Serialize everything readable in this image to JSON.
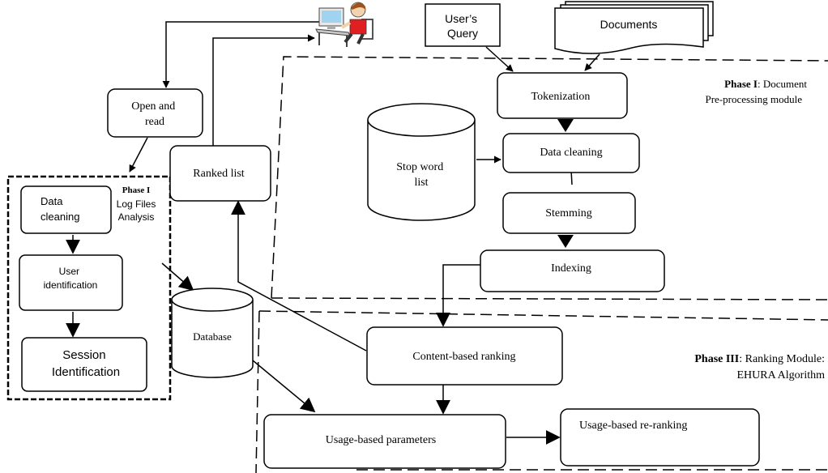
{
  "colors": {
    "line": "#000000",
    "background": "#ffffff",
    "user_shirt": "#e02020",
    "user_hair": "#a0521c",
    "monitor": "#9fd3f0"
  },
  "icons": {
    "user": "person-at-computer-icon"
  },
  "external": {
    "users_query": {
      "line1": "User’s",
      "line2": "Query"
    },
    "documents": "Documents",
    "open_and_read": {
      "line1": "Open and",
      "line2": "read"
    },
    "ranked_list": "Ranked list"
  },
  "phase1": {
    "label_bold": "Phase I",
    "label_rest": ": Document",
    "label_line2": "Pre-processing module",
    "tokenization": "Tokenization",
    "data_cleaning": "Data cleaning",
    "stop_word_list": {
      "line1": "Stop word",
      "line2": "list"
    },
    "stemming": "Stemming",
    "indexing": "Indexing"
  },
  "phase2": {
    "label_bold": "Phase I",
    "label_line2": "Log Files",
    "label_line3": "Analysis",
    "data_cleaning": {
      "line1": "Data",
      "line2": "cleaning"
    },
    "user_identification": {
      "line1": "User",
      "line2": "identification"
    },
    "session_identification": {
      "line1": "Session",
      "line2": "Identification"
    }
  },
  "database": "Database",
  "phase3": {
    "label_bold": "Phase III",
    "label_rest": ": Ranking Module:",
    "label_line2": "EHURA Algorithm",
    "content_based_ranking": "Content-based ranking",
    "usage_based_parameters": "Usage-based parameters",
    "usage_based_reranking": "Usage-based re-ranking"
  }
}
